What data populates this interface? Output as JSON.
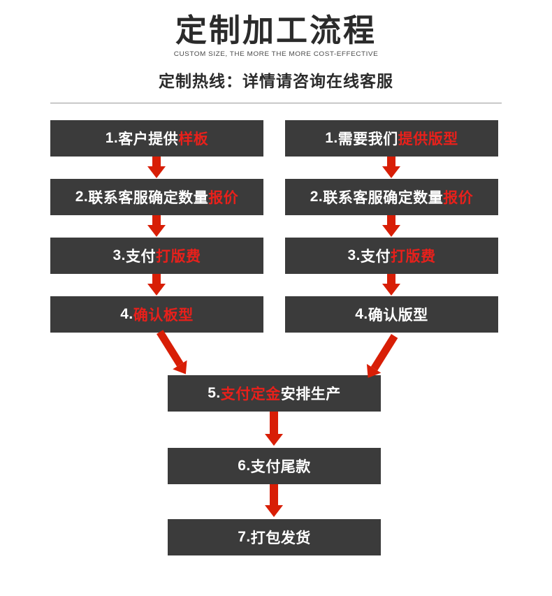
{
  "header": {
    "title": "定制加工流程",
    "subtitle_en": "CUSTOM SIZE, THE MORE THE MORE COST-EFFECTIVE",
    "hotline": "定制热线：详情请咨询在线客服"
  },
  "colors": {
    "box_bg": "#3b3b3b",
    "box_text": "#ffffff",
    "accent_red": "#e8201b",
    "arrow_red": "#d81e06",
    "title_text": "#2b2b2b",
    "page_bg": "#ffffff"
  },
  "flow": {
    "left_column": [
      {
        "index": "1.",
        "black": "客户提供",
        "red": "样板"
      },
      {
        "index": "2.",
        "black": "联系客服确定数量",
        "red": "报价"
      },
      {
        "index": "3.",
        "black": "支付",
        "red": "打版费"
      },
      {
        "index": "4.",
        "black": "",
        "red": "确认板型"
      }
    ],
    "right_column": [
      {
        "index": "1.",
        "black": "需要我们",
        "red": "提供版型"
      },
      {
        "index": "2.",
        "black": "联系客服确定数量",
        "red": "报价"
      },
      {
        "index": "3.",
        "black": "支付",
        "red": "打版费"
      },
      {
        "index": "4.",
        "black": "确认版型",
        "red": ""
      }
    ],
    "merged": [
      {
        "index": "5.",
        "red": "支付定金",
        "black": "安排生产"
      },
      {
        "index": "6.",
        "black": "支付尾款",
        "red": ""
      },
      {
        "index": "7.",
        "black": "打包发货",
        "red": ""
      }
    ]
  }
}
